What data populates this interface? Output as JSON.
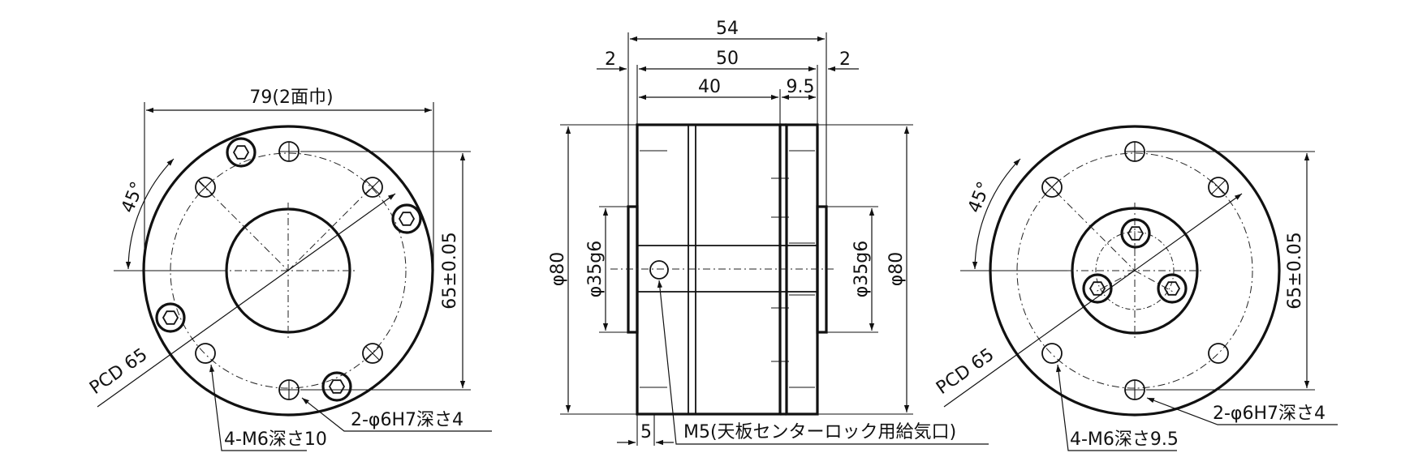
{
  "labels": {
    "left_width": "79(2面巾)",
    "left_angle": "45°",
    "left_pcd": "PCD 65",
    "left_height": "65±0.05",
    "left_tap": "4-M6深さ10",
    "left_pin": "2-φ6H7深さ4",
    "mid_54": "54",
    "mid_50": "50",
    "mid_2_left": "2",
    "mid_2_right": "2",
    "mid_40": "40",
    "mid_95": "9.5",
    "mid_phi80_left": "φ80",
    "mid_phi35_left": "φ35g6",
    "mid_phi35_right": "φ35g6",
    "mid_phi80_right": "φ80",
    "mid_5": "5",
    "mid_port": "M5(天板センターロック用給気口)",
    "right_angle": "45°",
    "right_pcd": "PCD 65",
    "right_height": "65±0.05",
    "right_tap": "4-M6深さ9.5",
    "right_pin": "2-φ6H7深さ4"
  }
}
